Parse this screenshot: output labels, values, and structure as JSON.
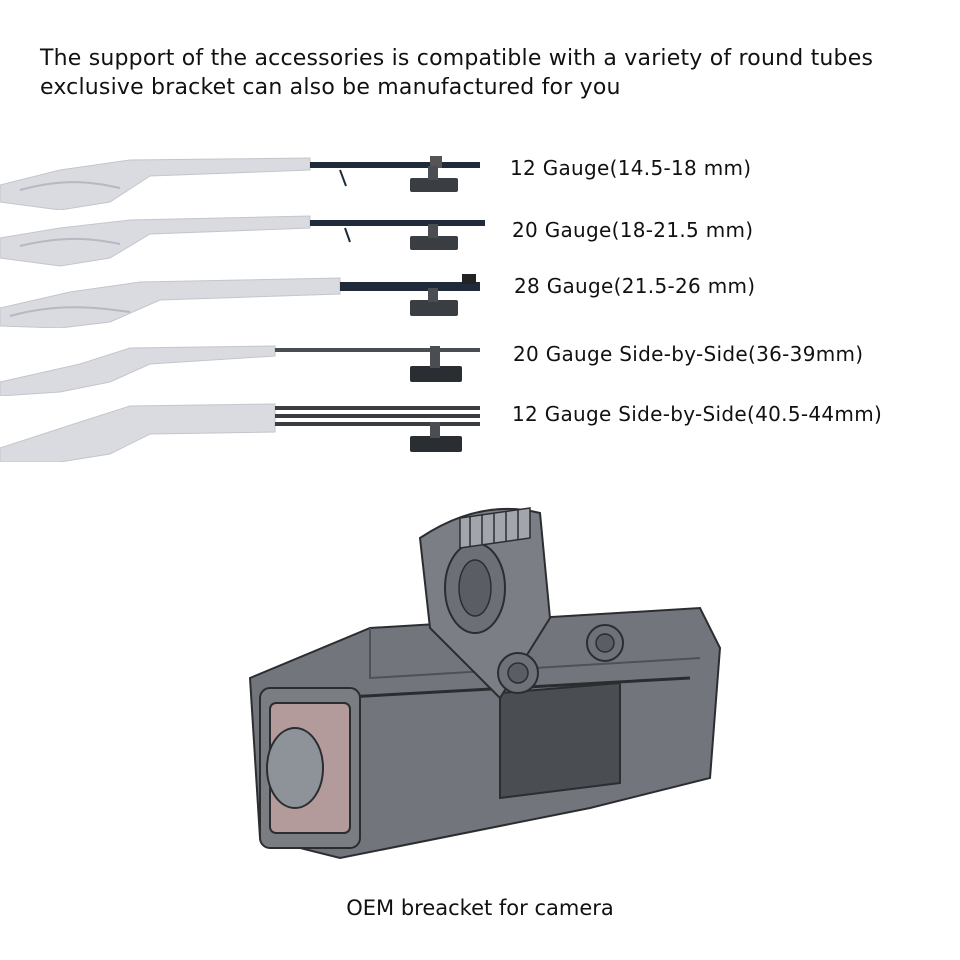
{
  "header": {
    "line1": "The support of the accessories is compatible with a variety of round tubes",
    "line2": "exclusive bracket can also be manufactured for you"
  },
  "gauges": [
    {
      "label": "12 Gauge(14.5-18 mm)"
    },
    {
      "label": "20 Gauge(18-21.5 mm)"
    },
    {
      "label": "28 Gauge(21.5-26 mm)"
    },
    {
      "label": "20 Gauge Side-by-Side(36-39mm)"
    },
    {
      "label": "12 Gauge Side-by-Side(40.5-44mm)"
    }
  ],
  "caption": "OEM breacket for camera",
  "colors": {
    "stock": "#d9dbe0",
    "barrel": "#1f2a3a",
    "mount": "#3a3d42",
    "body": "#777a7f",
    "lens": "#b39b9b"
  }
}
